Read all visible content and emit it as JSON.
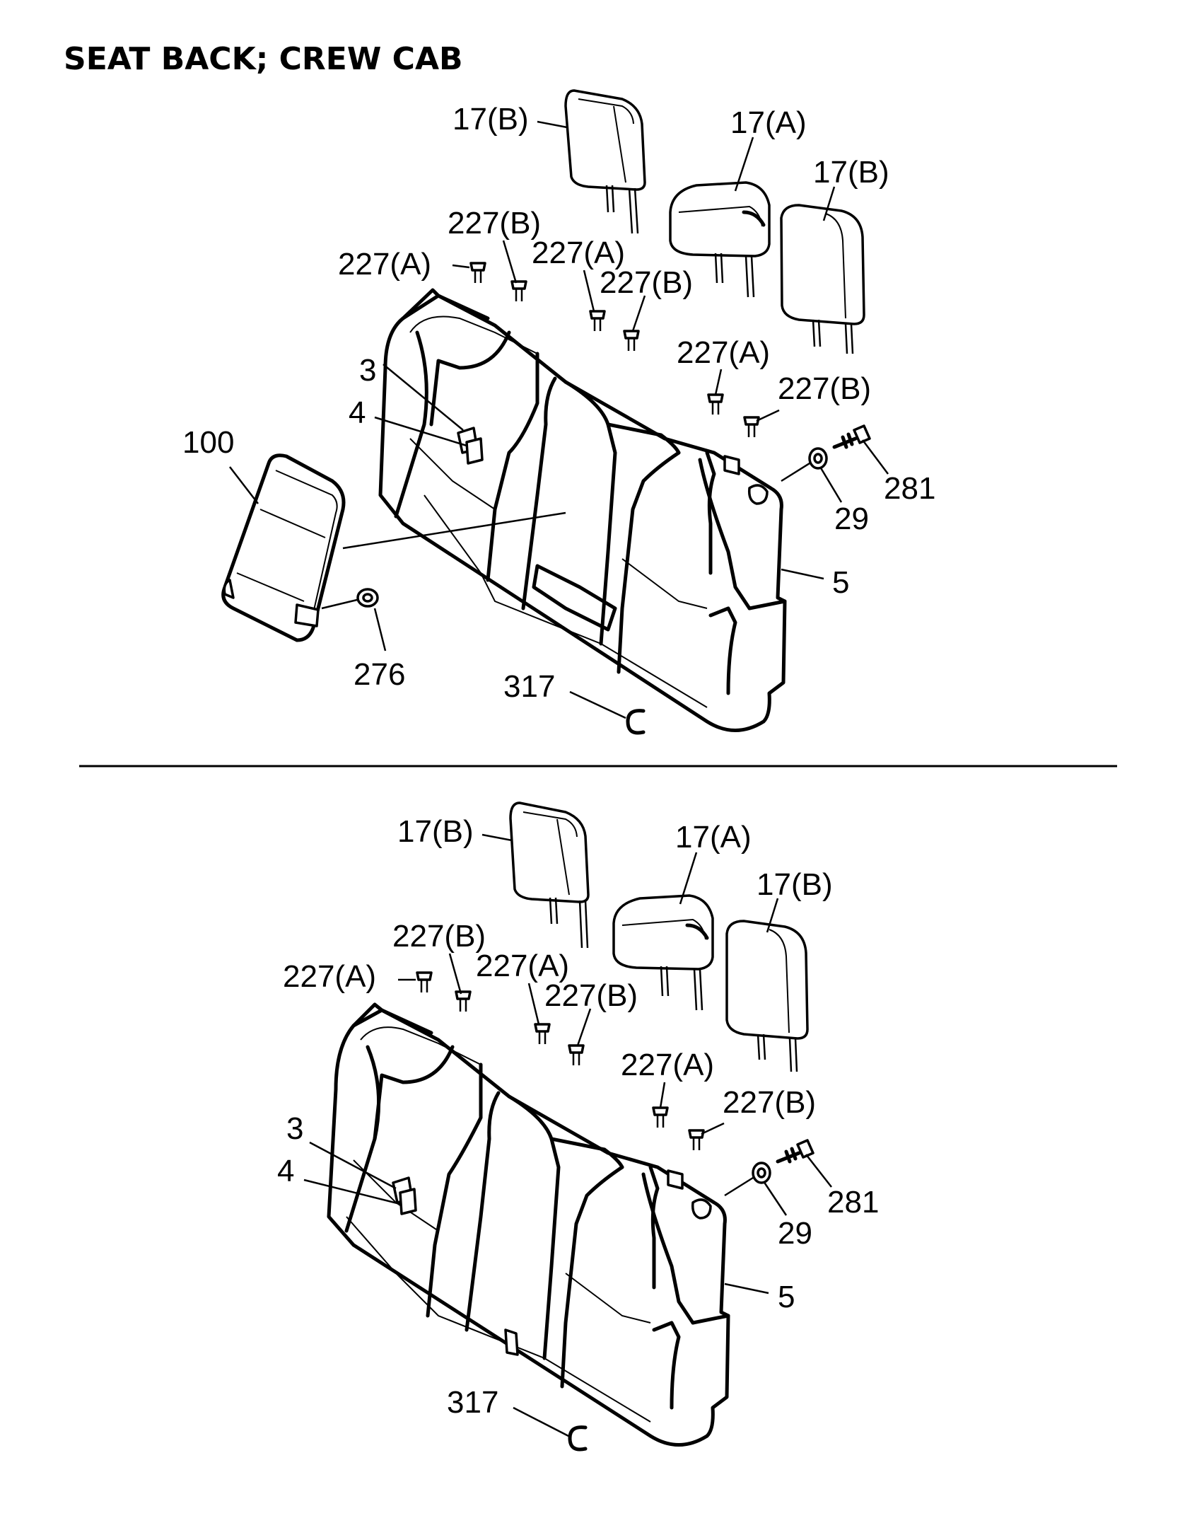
{
  "title": "SEAT BACK; CREW CAB",
  "top": {
    "labels": {
      "hr_left": "17(B)",
      "hr_center": "17(A)",
      "hr_right": "17(B)",
      "g1": "227(A)",
      "g2": "227(B)",
      "g3": "227(A)",
      "g4": "227(B)",
      "g5": "227(A)",
      "g6": "227(B)",
      "p3": "3",
      "p4": "4",
      "p100": "100",
      "p281": "281",
      "p29": "29",
      "p5": "5",
      "p276": "276",
      "p317": "317"
    }
  },
  "bottom": {
    "labels": {
      "hr_left": "17(B)",
      "hr_center": "17(A)",
      "hr_right": "17(B)",
      "g1": "227(A)",
      "g2": "227(B)",
      "g3": "227(A)",
      "g4": "227(B)",
      "g5": "227(A)",
      "g6": "227(B)",
      "p3": "3",
      "p4": "4",
      "p281": "281",
      "p29": "29",
      "p5": "5",
      "p317": "317"
    }
  }
}
